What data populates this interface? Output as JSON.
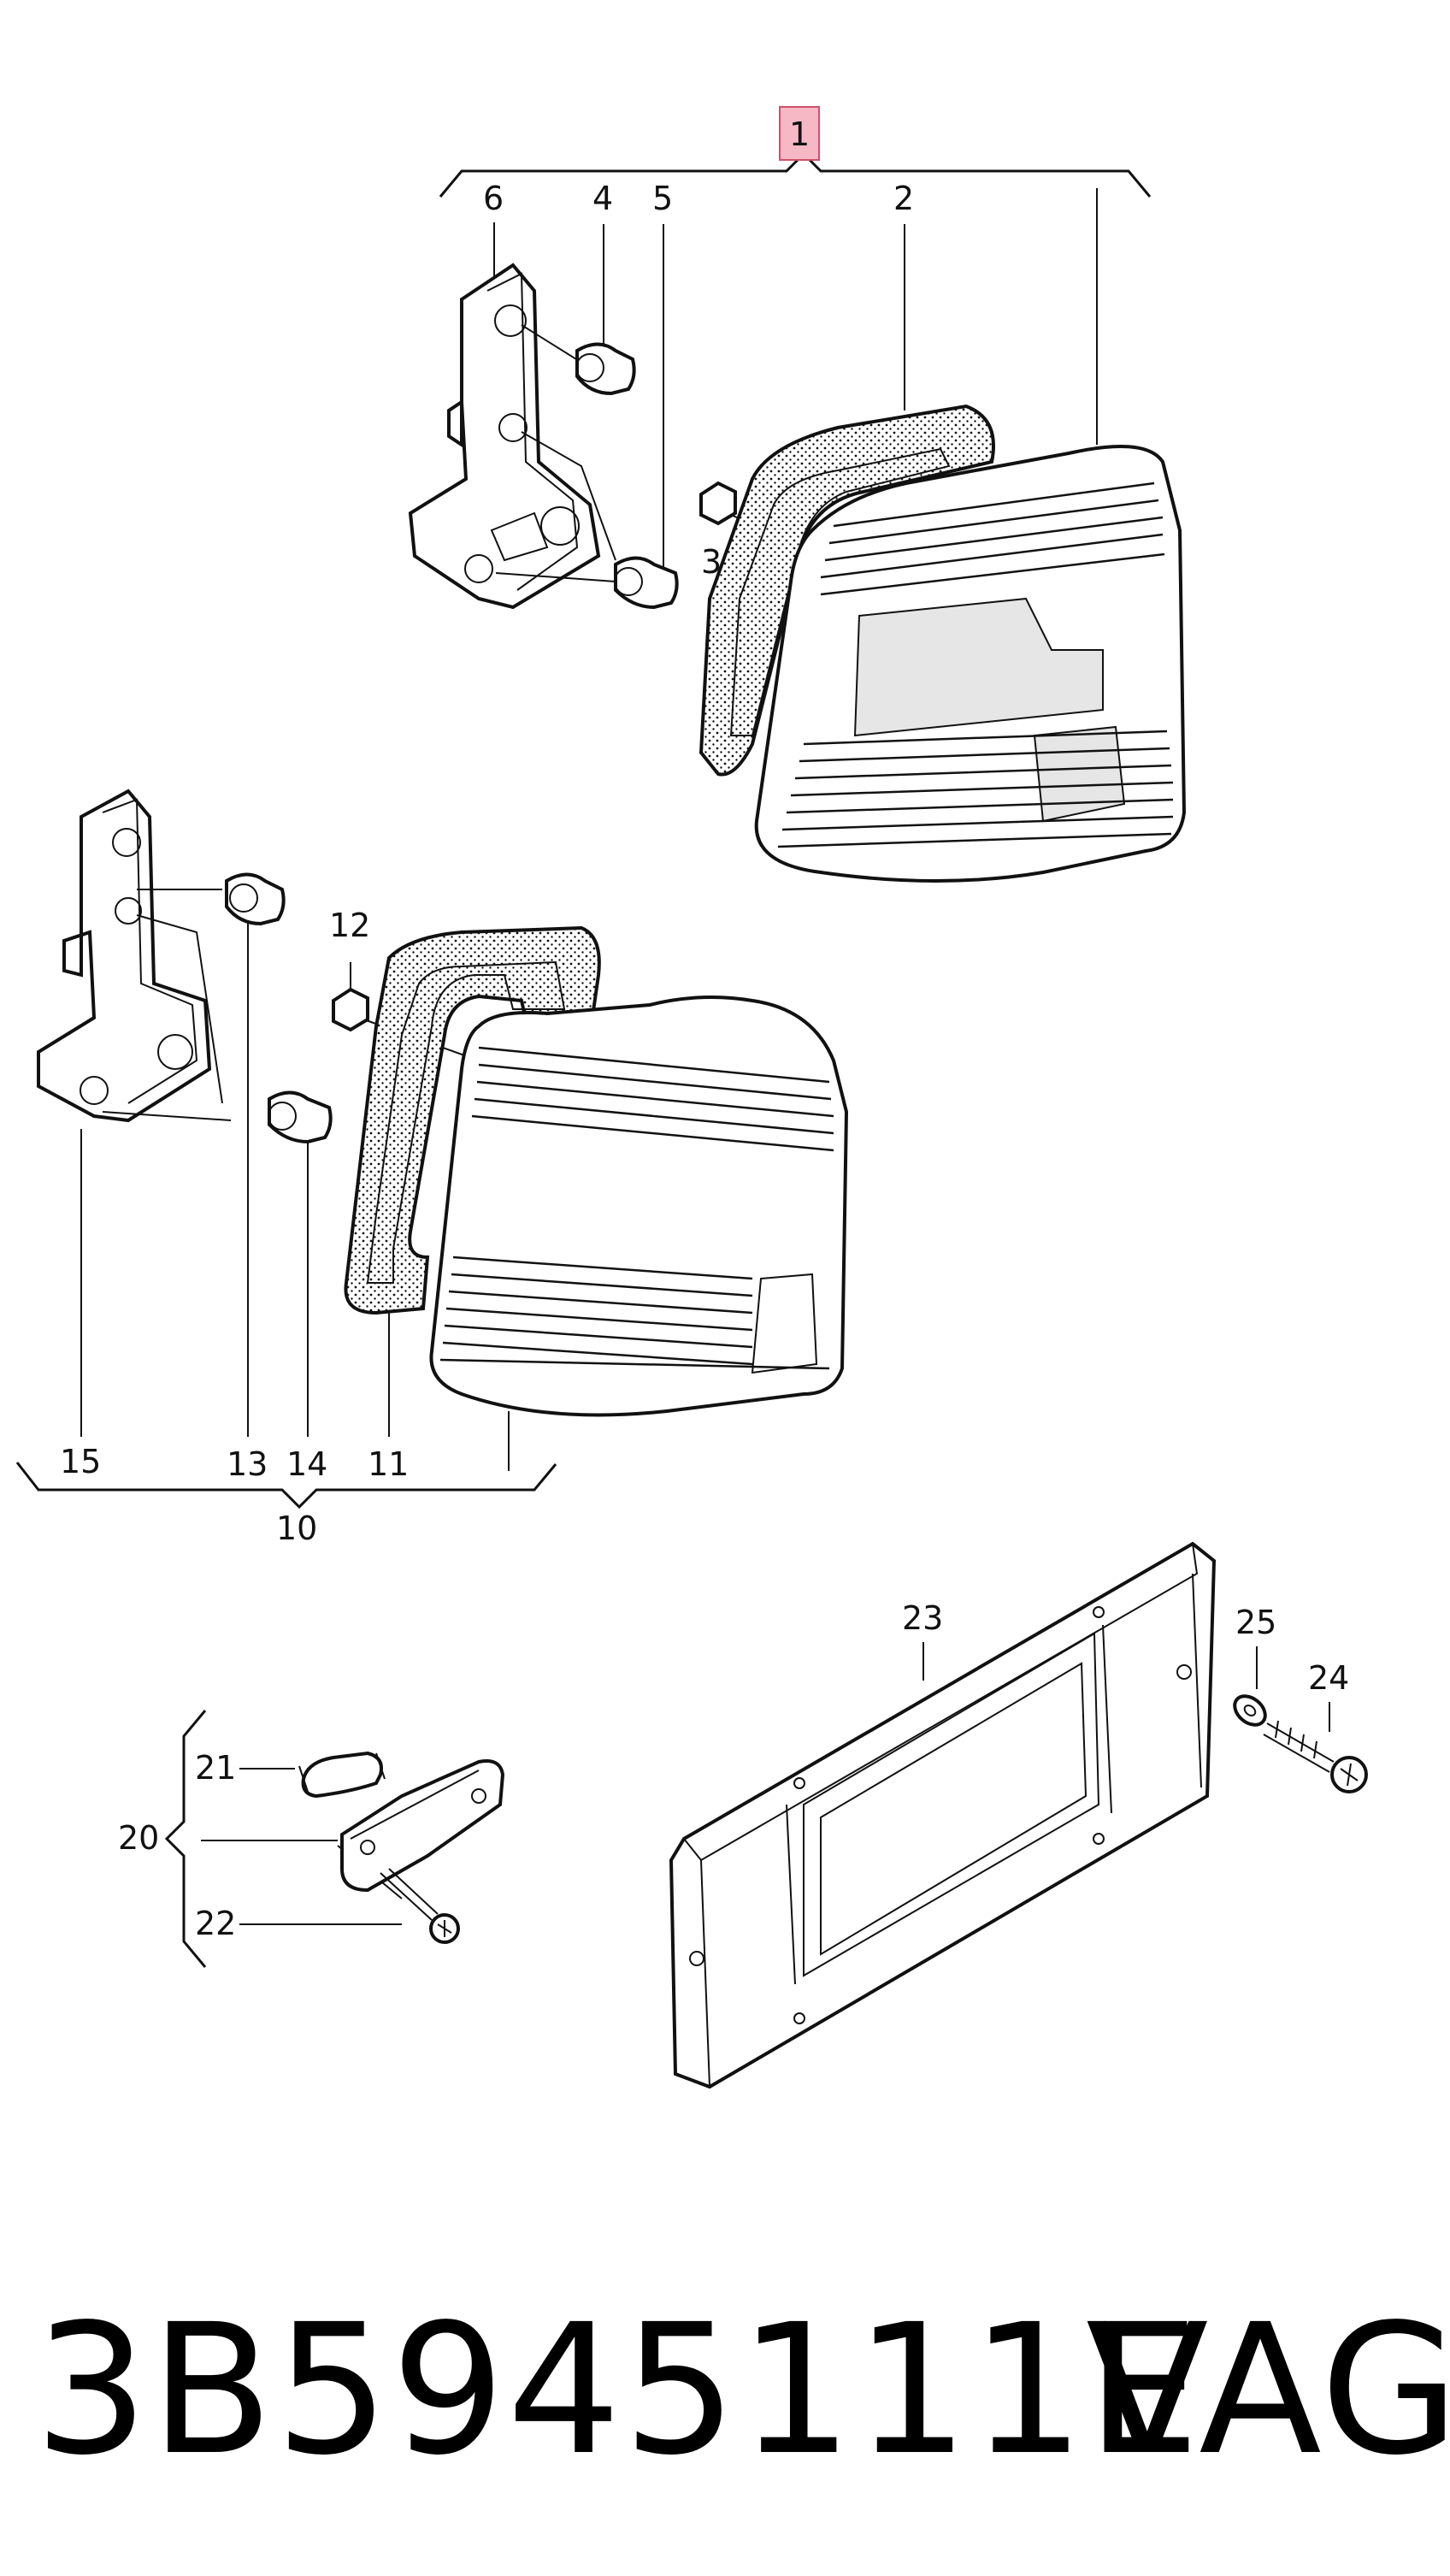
{
  "callouts": {
    "c1": "1",
    "c2": "2",
    "c3": "3",
    "c4": "4",
    "c5": "5",
    "c6": "6",
    "c10": "10",
    "c11": "11",
    "c12": "12",
    "c13": "13",
    "c14": "14",
    "c15": "15",
    "c20": "20",
    "c21": "21",
    "c22": "22",
    "c23": "23",
    "c24": "24",
    "c25": "25"
  },
  "highlight_color": "#f5b8c4",
  "footer": {
    "part_number": "3B5945111E",
    "brand": "VAG"
  }
}
